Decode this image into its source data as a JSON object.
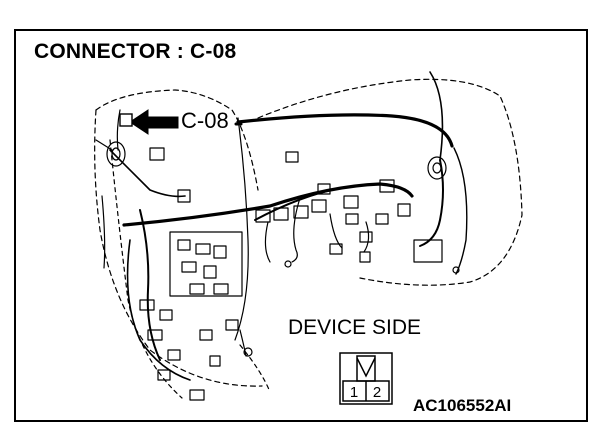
{
  "title": "CONNECTOR : C-08",
  "callout_label": "C-08",
  "device_side_label": "DEVICE SIDE",
  "pins": [
    "1",
    "2"
  ],
  "figure_code": "AC106552AI",
  "icons": {
    "arrow": "arrow-left-icon",
    "connector": "connector-face-icon"
  }
}
